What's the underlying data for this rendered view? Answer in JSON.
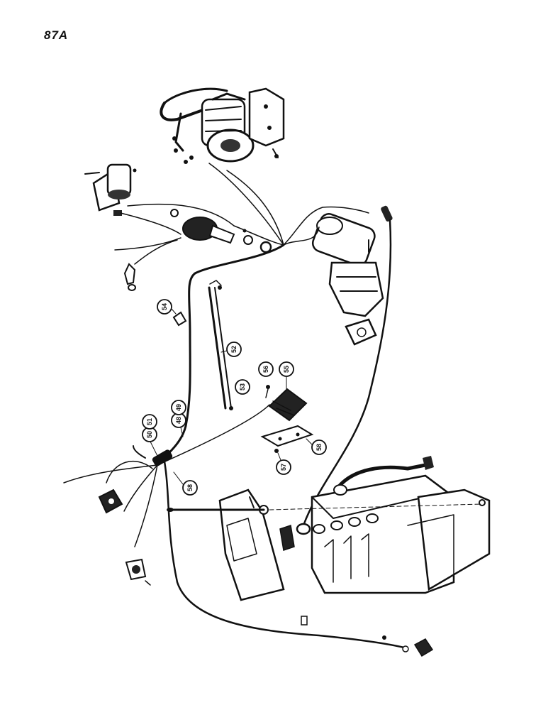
{
  "page": {
    "number": "87A"
  },
  "callouts": [
    "54",
    "52",
    "56",
    "55",
    "53",
    "50",
    "51",
    "48",
    "49",
    "57",
    "58",
    "58"
  ]
}
